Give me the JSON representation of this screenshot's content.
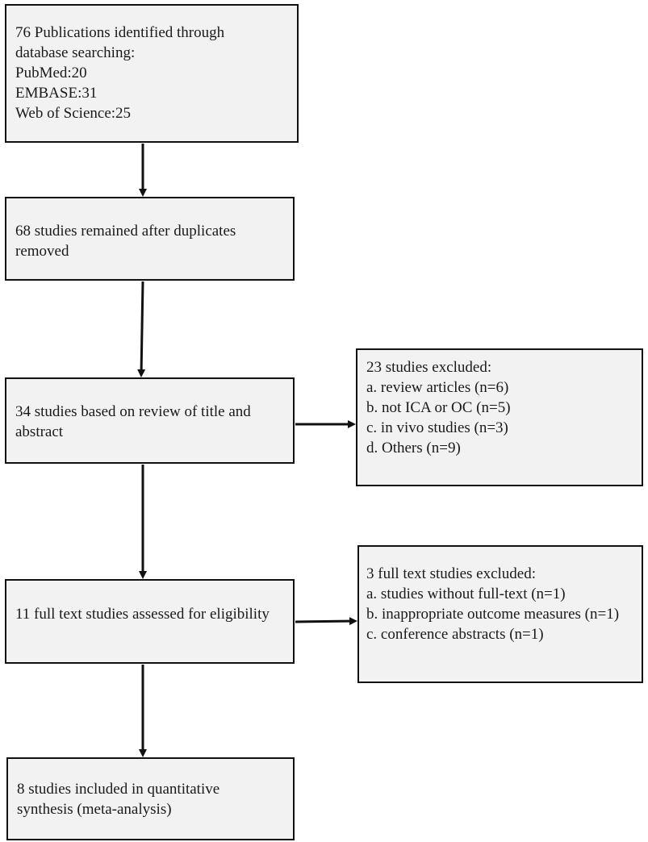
{
  "flow": {
    "identified": {
      "lines": [
        "76 Publications identified through",
        "database searching:",
        "PubMed:20",
        "EMBASE:31",
        "Web of Science:25"
      ]
    },
    "after_duplicates": {
      "lines": [
        "68 studies remained after duplicates",
        "removed"
      ]
    },
    "screened": {
      "lines": [
        "34 studies based on review of title and",
        "abstract"
      ]
    },
    "full_text": {
      "lines": [
        "11 full text studies assessed for eligibility"
      ]
    },
    "included": {
      "lines": [
        "8 studies included in quantitative",
        "synthesis (meta-analysis)"
      ]
    }
  },
  "exclusions": {
    "screening": {
      "lines": [
        "23 studies excluded:",
        "a. review articles (n=6)",
        "b. not ICA or OC (n=5)",
        "c. in vivo studies (n=3)",
        "d. Others (n=9)"
      ]
    },
    "eligibility": {
      "lines": [
        "3 full text studies excluded:",
        "a. studies without full-text (n=1)",
        "b. inappropriate outcome measures (n=1)",
        "c. conference abstracts (n=1)"
      ]
    }
  }
}
